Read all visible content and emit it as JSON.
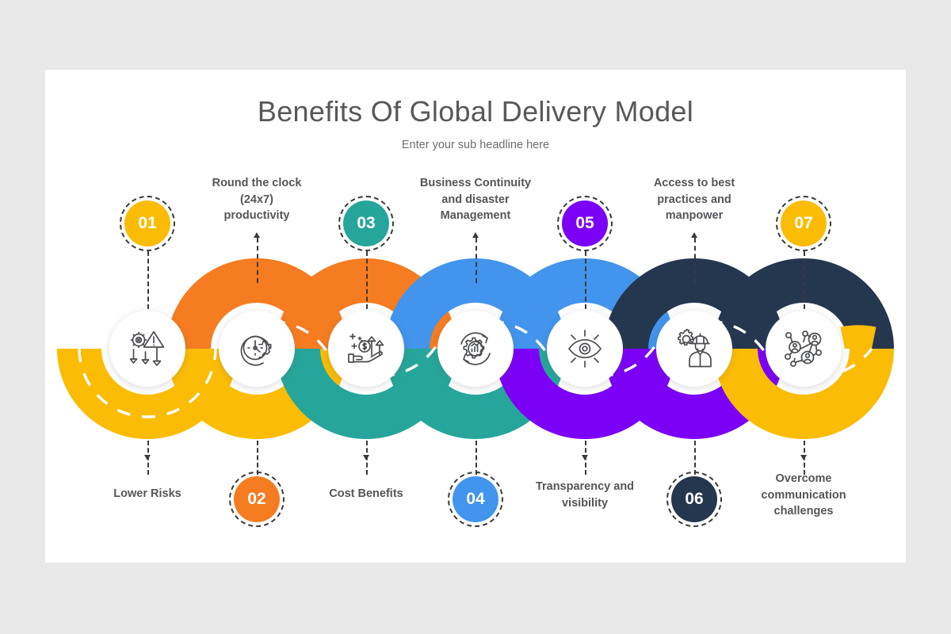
{
  "slide": {
    "title": "Benefits Of Global Delivery Model",
    "subtitle": "Enter your sub headline here",
    "background": "#ffffff",
    "canvas_background": "#e9e9e9"
  },
  "palette": {
    "yellow": "#fbbc05",
    "orange": "#f57c20",
    "teal": "#26a69a",
    "blue": "#4294ec",
    "purple": "#7b00f5",
    "navy": "#25364f",
    "gold": "#fbbc05",
    "text_dark": "#54565a",
    "dash_line": "#3a3a3c"
  },
  "steps": [
    {
      "number": "01",
      "label": "Lower Risks",
      "color": "#fbbc05",
      "position": "bottom",
      "icon": "risk-reduction-icon"
    },
    {
      "number": "02",
      "label": "Round the clock (24x7) productivity",
      "label_lines": [
        "Round the clock",
        "(24x7)",
        "productivity"
      ],
      "color": "#f57c20",
      "position": "top",
      "icon": "clock-gear-icon"
    },
    {
      "number": "03",
      "label": "Cost Benefits",
      "color": "#26a69a",
      "position": "bottom",
      "icon": "hand-money-growth-icon"
    },
    {
      "number": "04",
      "label": "Business Continuity and disaster Management",
      "label_lines": [
        "Business Continuity",
        "and disaster",
        "Management"
      ],
      "color": "#4294ec",
      "position": "top",
      "icon": "gear-chart-cycle-icon"
    },
    {
      "number": "05",
      "label": "Transparency and visibility",
      "label_lines": [
        "Transparency and",
        "visibility"
      ],
      "color": "#7b00f5",
      "position": "bottom",
      "icon": "eye-visibility-icon"
    },
    {
      "number": "06",
      "label": "Access to best practices and manpower",
      "label_lines": [
        "Access to best",
        "practices and",
        "manpower"
      ],
      "color": "#25364f",
      "position": "top",
      "icon": "worker-gear-icon"
    },
    {
      "number": "07",
      "label": "Overcome communication challenges",
      "label_lines": [
        "Overcome",
        "communication",
        "challenges"
      ],
      "color": "#fbbc05",
      "position": "bottom",
      "icon": "people-network-icon"
    }
  ]
}
